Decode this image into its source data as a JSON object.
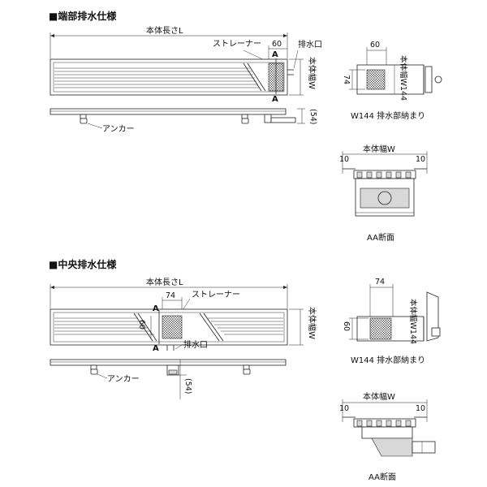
{
  "sections": [
    {
      "title": "■端部排水仕様",
      "length_label": "本体長さL",
      "strainer_label": "ストレーナー",
      "strainer_dim": "60",
      "outlet_label": "排水口",
      "width_label": "本体幅W",
      "section_mark": "A",
      "anchor_label": "アンカー",
      "height_dim": "(54)",
      "side": {
        "top_dim": "60",
        "left_dim": "74",
        "width_label": "本体幅W144",
        "caption": "W144 排水部納まり"
      },
      "aa": {
        "width_label": "本体幅W",
        "left_dim": "10",
        "right_dim": "10",
        "caption": "AA断面"
      }
    },
    {
      "title": "■中央排水仕様",
      "length_label": "本体長さL",
      "strainer_label": "ストレーナー",
      "strainer_dim": "74",
      "strainer_side_dim": "60",
      "outlet_label": "排水口",
      "width_label": "本体幅W",
      "section_mark": "A",
      "anchor_label": "アンカー",
      "height_dim": "(54)",
      "side": {
        "top_dim": "74",
        "left_dim": "60",
        "width_label": "本体幅W144",
        "caption": "W144 排水部納まり"
      },
      "aa": {
        "width_label": "本体幅W",
        "left_dim": "10",
        "right_dim": "10",
        "caption": "AA断面"
      }
    }
  ]
}
